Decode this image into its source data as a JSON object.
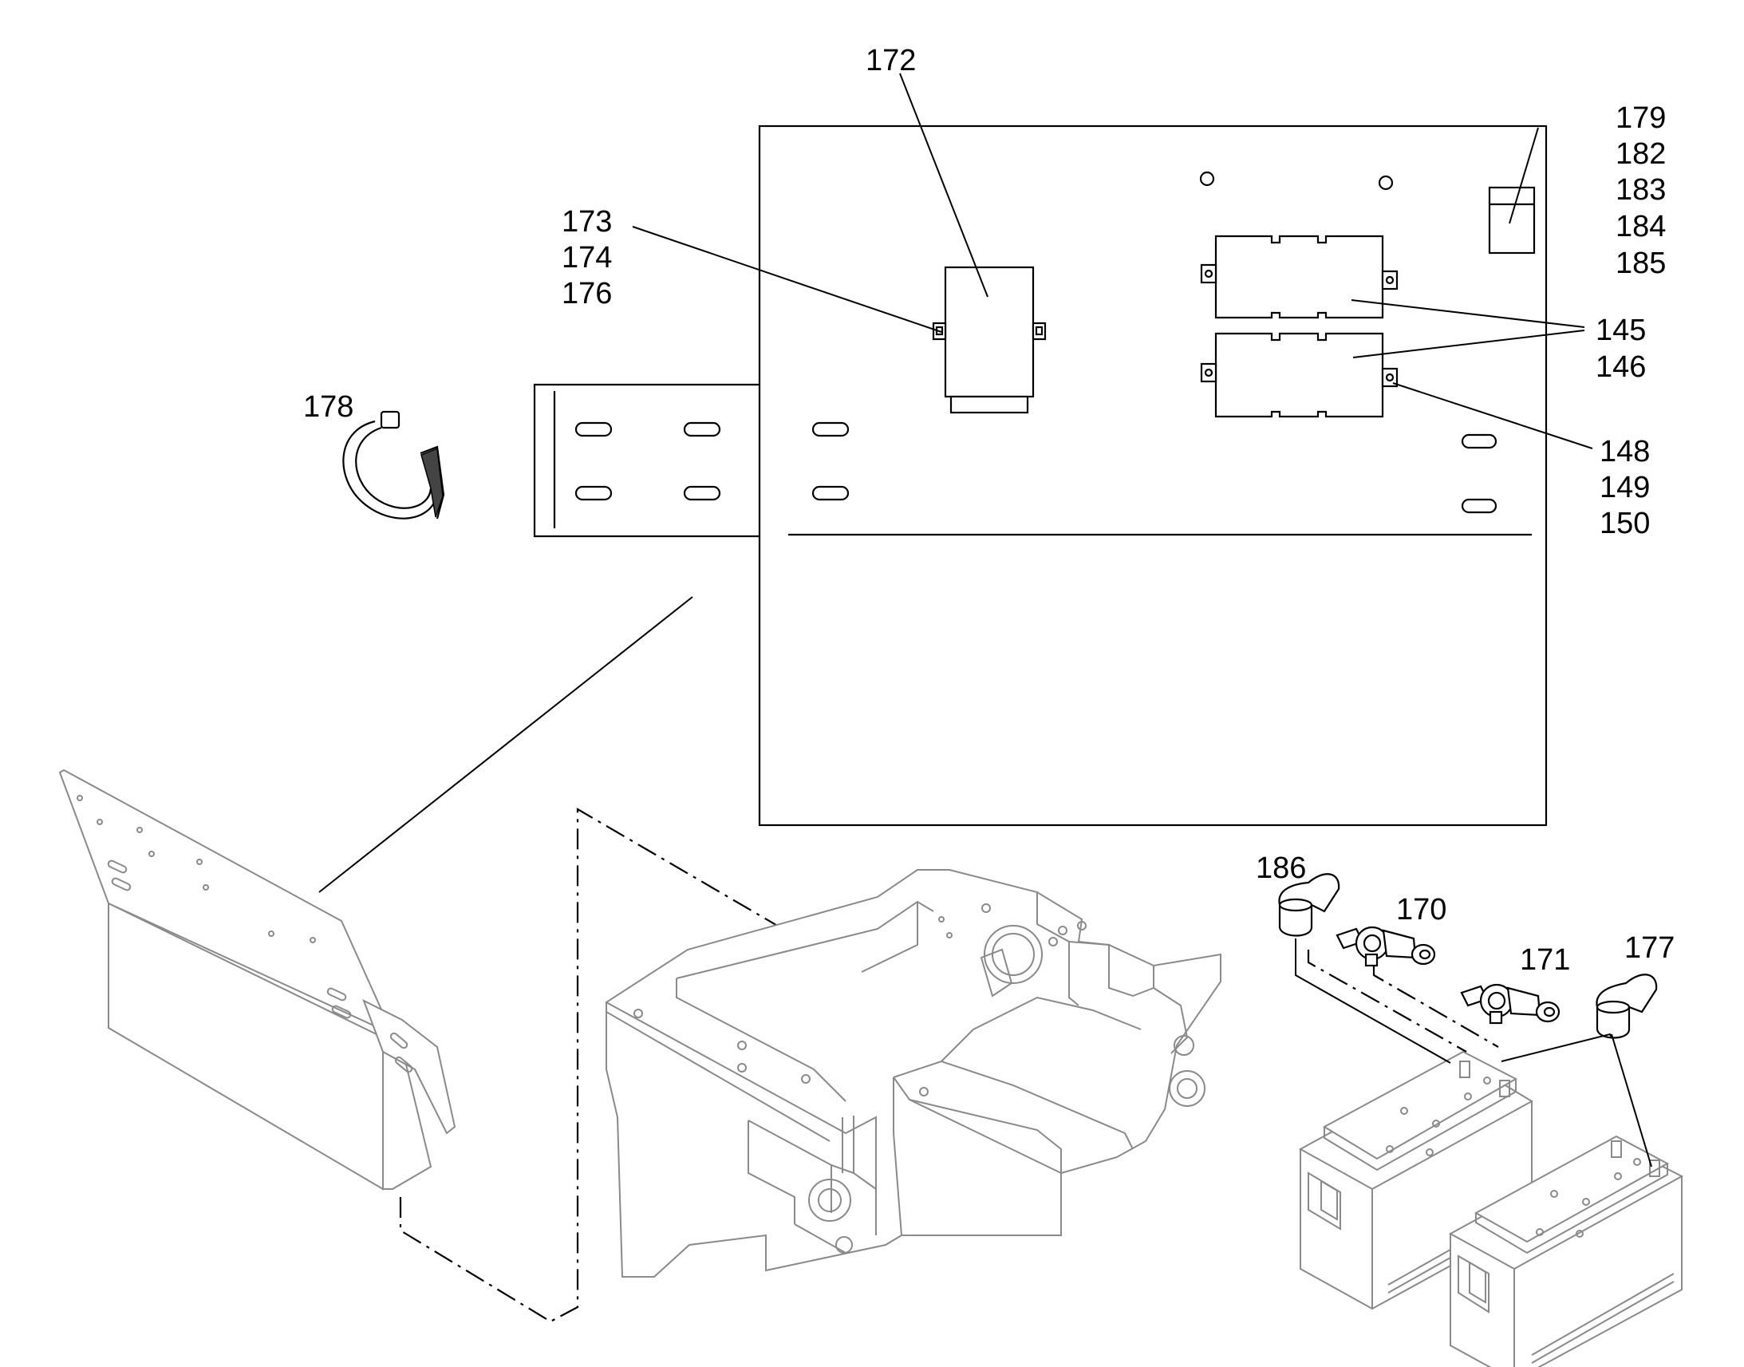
{
  "callouts": {
    "c172": "172",
    "c173": "173",
    "c174": "174",
    "c176": "176",
    "c178": "178",
    "c179": "179",
    "c182": "182",
    "c183": "183",
    "c184": "184",
    "c185": "185",
    "c145": "145",
    "c146": "146",
    "c148": "148",
    "c149": "149",
    "c150": "150",
    "c186": "186",
    "c170": "170",
    "c171": "171",
    "c177": "177"
  }
}
